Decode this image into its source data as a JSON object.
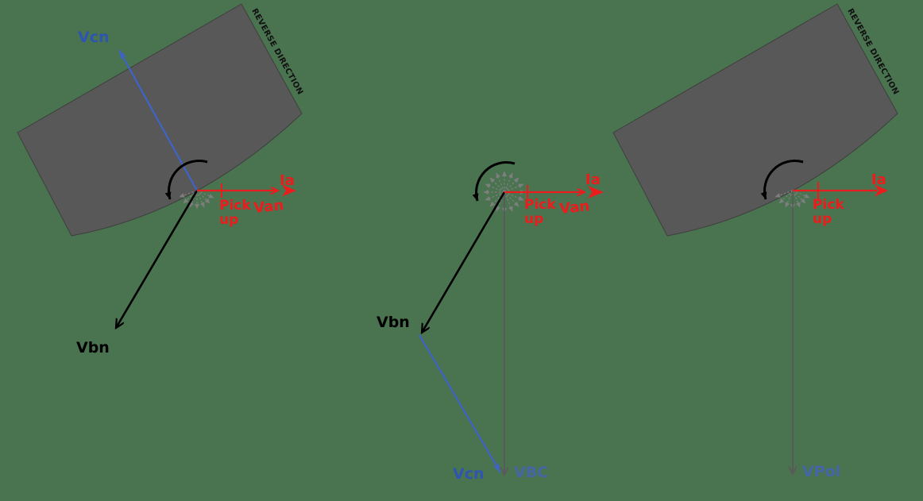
{
  "background_color": "#4a7350",
  "colors": {
    "reverse_zone_fill": "#585858",
    "vector_red": "#ed1c1c",
    "vector_blue": "#3e64c8",
    "vector_black": "#000000",
    "vector_gray": "#5a5a5a",
    "fan_gray": "#7e7e7e",
    "label_blue": "#2e55b0",
    "label_blue_light": "#4566a6"
  },
  "panels": {
    "left": {
      "region_label": "REVERSE DIRECTION",
      "labels": {
        "vcn": "Vcn",
        "vbn": "Vbn",
        "ia": "Ia",
        "van": "Van",
        "pick": "Pick",
        "up": "up"
      }
    },
    "middle": {
      "labels": {
        "vbn": "Vbn",
        "vcn": "Vcn",
        "vbc": "VBC",
        "ia": "Ia",
        "van": "Van",
        "pick": "Pick",
        "up": "up"
      }
    },
    "right": {
      "region_label": "REVERSE DIRECTION",
      "labels": {
        "ia": "Ia",
        "pick": "Pick",
        "up": "up",
        "vpol": "VPol"
      }
    }
  }
}
